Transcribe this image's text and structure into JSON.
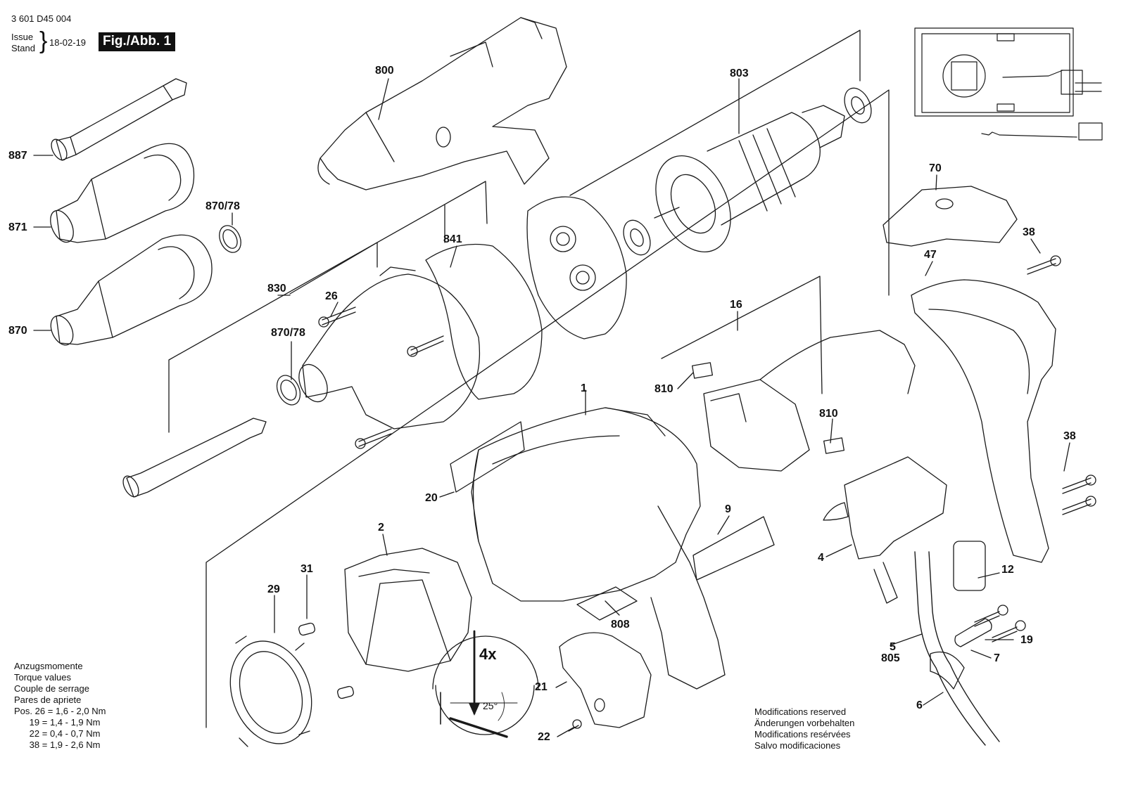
{
  "header": {
    "part_number": "3 601 D45 004",
    "issue_label": "Issue",
    "stand_label": "Stand",
    "date": "18-02-19",
    "figure_label": "Fig./Abb. 1"
  },
  "callouts": {
    "c800": "800",
    "c803": "803",
    "c887": "887",
    "c871": "871",
    "c870_78a": "870/78",
    "c870": "870",
    "c841": "841",
    "c830": "830",
    "c26": "26",
    "c870_78b": "870/78",
    "c70": "70",
    "c38a": "38",
    "c47": "47",
    "c16": "16",
    "c810a": "810",
    "c810b": "810",
    "c1": "1",
    "c38b": "38",
    "c20": "20",
    "c9": "9",
    "c2": "2",
    "c31": "31",
    "c29": "29",
    "c4": "4",
    "c12": "12",
    "c808": "808",
    "c19": "19",
    "c5": "5",
    "c805": "805",
    "c7": "7",
    "c21": "21",
    "c6": "6",
    "c22": "22"
  },
  "detail": {
    "multiplier": "4x",
    "angle": "25°"
  },
  "torque": {
    "lines": [
      "Anzugsmomente",
      "Torque values",
      "Couple de serrage",
      "Pares de apriete"
    ],
    "rows": [
      "Pos. 26 = 1,6 - 2,0 Nm",
      "      19 = 1,4 - 1,9 Nm",
      "      22 = 0,4 - 0,7 Nm",
      "      38 = 1,9 - 2,6 Nm"
    ]
  },
  "modifications": [
    "Modifications reserved",
    "Änderungen vorbehalten",
    "Modifications resérvées",
    "Salvo modificaciones"
  ]
}
